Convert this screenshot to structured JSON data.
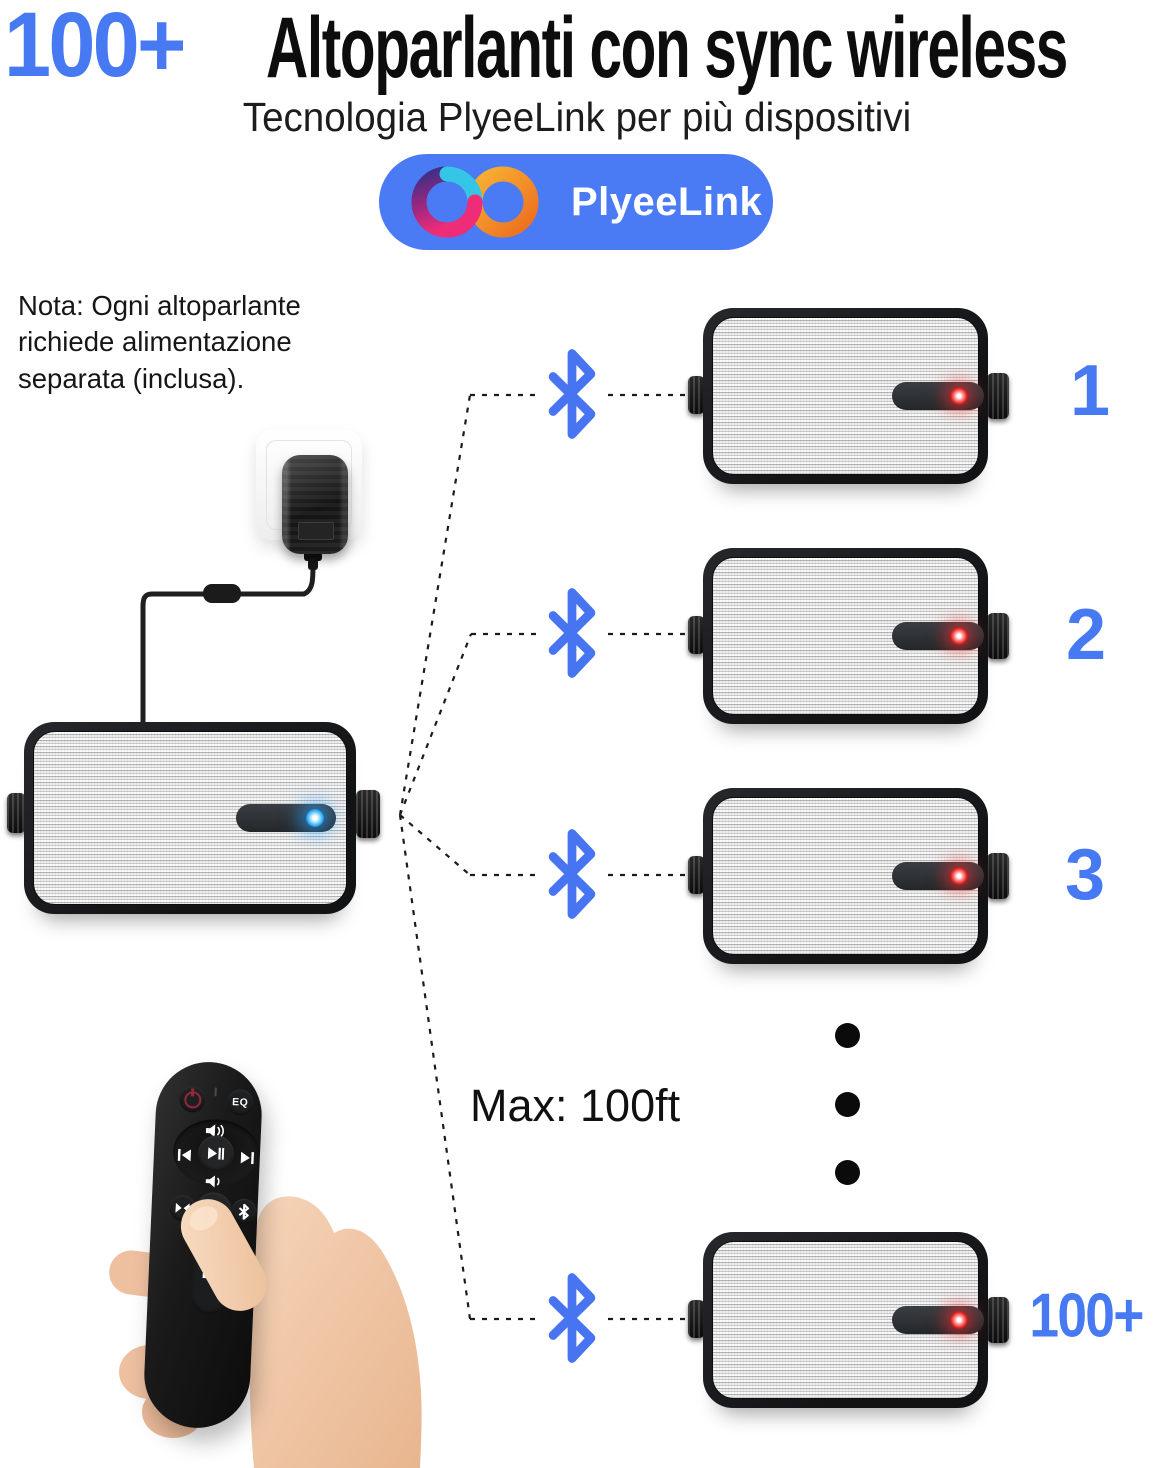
{
  "colors": {
    "accent_blue": "#4679F2",
    "badge_blue": "#4A7BF5",
    "led_red": "#E21D1D",
    "led_blue": "#1F9EF2",
    "dash_line": "#1B1B1B"
  },
  "header": {
    "title_highlight": "100+",
    "title_rest": "Altoparlanti con sync wireless",
    "subtitle": "Tecnologia PlyeeLink per più dispositivi"
  },
  "badge": {
    "label": "PlyeeLink",
    "logo_icon": "infinity-gradient-icon"
  },
  "note": {
    "lines": [
      "Nota: Ogni altoparlante",
      "richiede alimentazione",
      "separata (inclusa)."
    ]
  },
  "diagram": {
    "distance_label": "Max: 100ft",
    "source_device": "main-speaker-with-blue-led",
    "link_icon": "bluetooth-icon",
    "connections": [
      {
        "label": "1"
      },
      {
        "label": "2"
      },
      {
        "label": "3"
      },
      {
        "label": "100+"
      }
    ]
  },
  "remote": {
    "eq_label": "EQ",
    "buttons": [
      "power",
      "eq",
      "volume-up",
      "previous",
      "play-pause",
      "next",
      "volume-down",
      "shuffle",
      "pair",
      "bluetooth",
      "volume-mute"
    ]
  }
}
